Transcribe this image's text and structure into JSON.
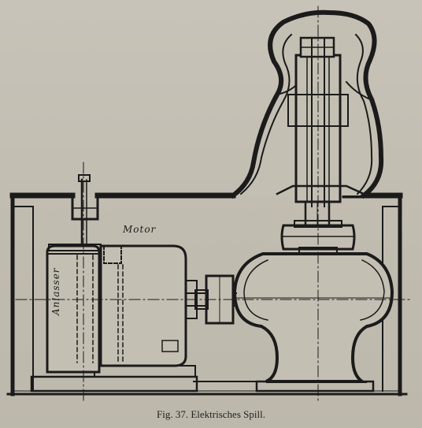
{
  "caption": "Fig. 37.  Elektrisches Spill.",
  "labels": {
    "motor": "Motor",
    "starter": "Anlasser"
  },
  "colors": {
    "paper": "#c4bfb3",
    "ink": "#1b1b1b"
  }
}
